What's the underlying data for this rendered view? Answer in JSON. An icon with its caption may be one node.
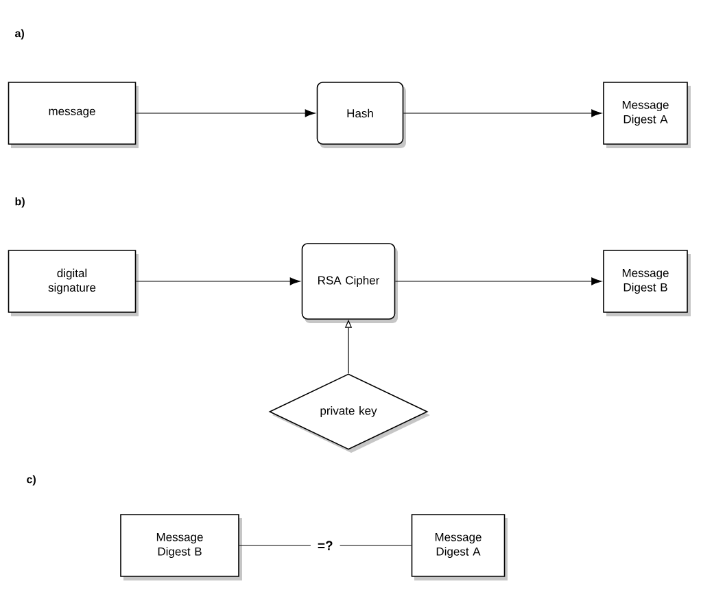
{
  "diagram": {
    "nodes": [
      {
        "text": [
          "message"
        ]
      },
      {
        "text": [
          "Hash"
        ]
      },
      {
        "text": [
          "Message Digest A"
        ]
      },
      {
        "text": [
          "digital signature"
        ]
      },
      {
        "text": [
          "RSA Cipher"
        ]
      },
      {
        "text": [
          "Message Digest B"
        ]
      },
      {
        "text": [
          "private key"
        ]
      },
      {
        "text": [
          "Message Digest B"
        ]
      },
      {
        "text": [
          "Message Digest A"
        ]
      }
    ],
    "edges": [
      {
        "from": 0,
        "to": 1,
        "arrow": "to"
      },
      {
        "from": 1,
        "to": 2,
        "arrow": "to"
      },
      {
        "from": 3,
        "to": 4,
        "arrow": "to"
      },
      {
        "from": 4,
        "to": 5,
        "arrow": "to"
      },
      {
        "from": 6,
        "to": 4,
        "arrow": "to"
      },
      {
        "from": 7,
        "to": 8,
        "arrow": "none",
        "label": "=?"
      }
    ],
    "labels": [
      "a)",
      "b)",
      "c)"
    ]
  }
}
